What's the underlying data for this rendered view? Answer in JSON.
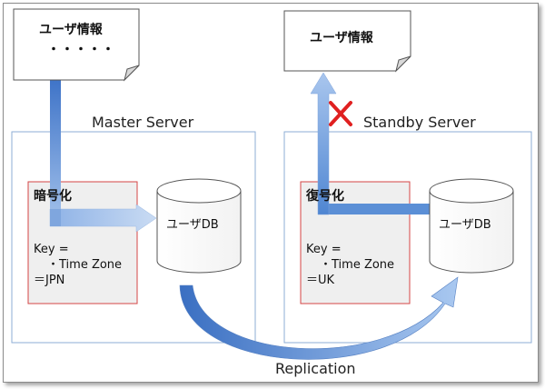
{
  "doc_user_info_master": {
    "title": "ユーザ情報",
    "body": "・・・・・"
  },
  "doc_user_info_standby": {
    "title": "ユーザ情報"
  },
  "master_server": {
    "label": "Master Server",
    "process": {
      "title": "暗号化",
      "key_line1": "Key =",
      "key_line2": "・Time Zone",
      "key_line3": "＝JPN"
    },
    "db": {
      "label": "ユーザDB"
    }
  },
  "standby_server": {
    "label": "Standby Server",
    "process": {
      "title": "復号化",
      "key_line1": "Key =",
      "key_line2": "・Time Zone",
      "key_line3": "＝UK"
    },
    "db": {
      "label": "ユーザDB"
    }
  },
  "replication": {
    "label": "Replication"
  },
  "colors": {
    "server_border": "#8eaed6",
    "process_border": "#d64545",
    "process_fill": "#efefef",
    "arrow": "#5b8fd6",
    "cross": "#e02020"
  }
}
